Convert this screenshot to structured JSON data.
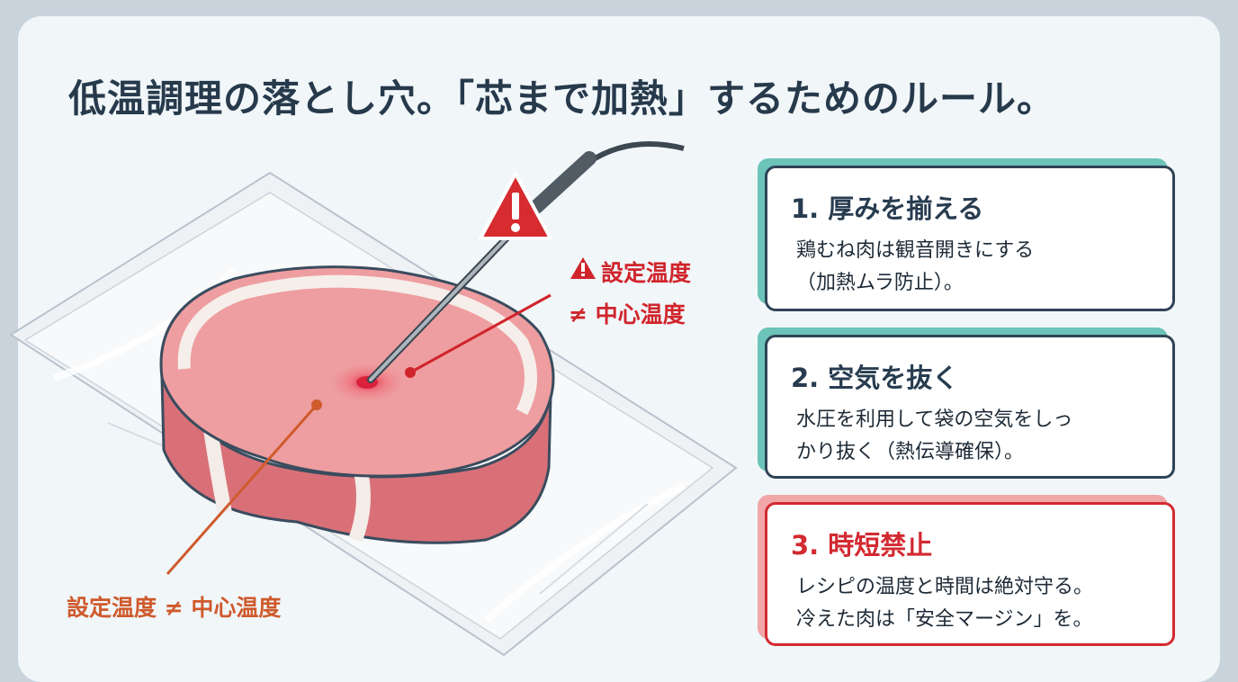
{
  "title": "低温調理の落とし穴。「芯まで加熱」するためのルール。",
  "illustration": {
    "warning_label_line1": "設定温度",
    "warning_label_line2": "≠ 中心温度",
    "bottom_label": "設定温度 ≠ 中心温度",
    "icons": [
      "warning-triangle-icon",
      "thermometer-probe",
      "vacuum-bag",
      "meat-slice"
    ],
    "colors": {
      "warning": "#d0242b",
      "annotation": "#cf5a2c",
      "meat": "#e99a9c"
    }
  },
  "rules": [
    {
      "title": "1. 厚みを揃える",
      "desc": "鶏むね肉は観音開きにする\n（加熱ムラ防止）。",
      "accent": "#6cc3b8"
    },
    {
      "title": "2. 空気を抜く",
      "desc": "水圧を利用して袋の空気をしっ\nかり抜く（熱伝導確保）。",
      "accent": "#6cc3b8"
    },
    {
      "title": "3. 時短禁止",
      "desc": "レシピの温度と時間は絶対守る。\n冷えた肉は「安全マージン」を。",
      "accent": "#d32a31"
    }
  ]
}
